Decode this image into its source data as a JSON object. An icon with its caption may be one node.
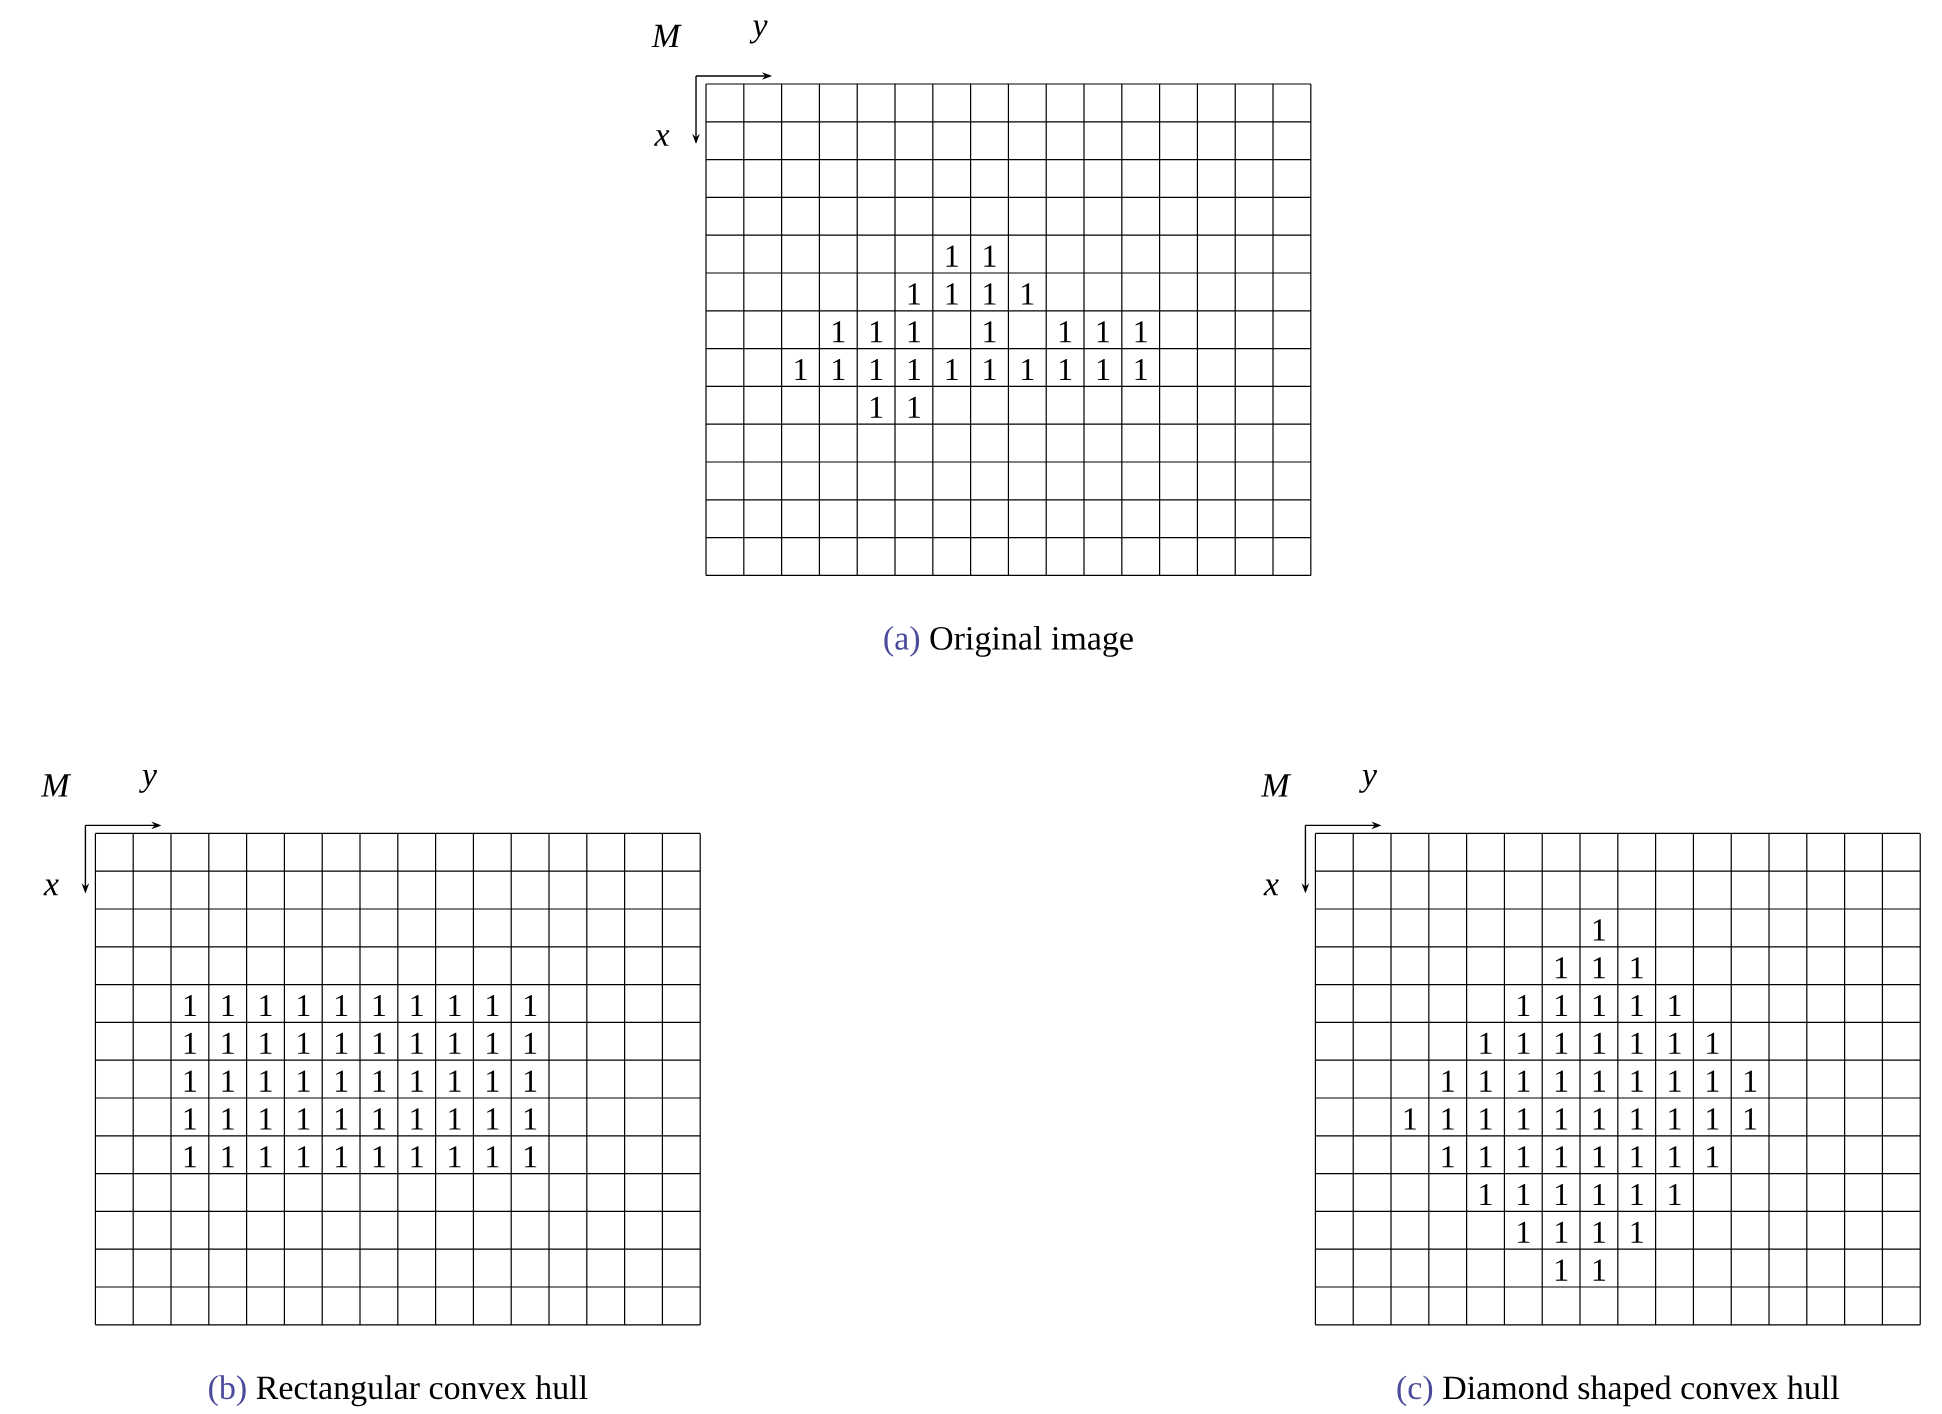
{
  "diagram": {
    "labels": [
      "M",
      "y",
      "x",
      "1",
      "1",
      "1",
      "1",
      "1",
      "1",
      "1",
      "1",
      "1",
      "1",
      "1",
      "1",
      "1",
      "1",
      "1",
      "1",
      "1",
      "1",
      "1",
      "1",
      "1",
      "1",
      "1",
      "1",
      "1",
      "(a)",
      "Original image",
      "M",
      "y",
      "x",
      "1",
      "1",
      "1",
      "1",
      "1",
      "1",
      "1",
      "1",
      "1",
      "1",
      "1",
      "1",
      "1",
      "1",
      "1",
      "1",
      "1",
      "1",
      "1",
      "1",
      "1",
      "1",
      "1",
      "1",
      "1",
      "1",
      "1",
      "1",
      "1",
      "1",
      "1",
      "1",
      "1",
      "1",
      "1",
      "1",
      "1",
      "1",
      "1",
      "1",
      "1",
      "1",
      "1",
      "1",
      "1",
      "1",
      "1",
      "1",
      "1",
      "1",
      "(b)",
      "Rectangular convex hull",
      "M",
      "y",
      "x",
      "1",
      "1",
      "1",
      "1",
      "1",
      "1",
      "1",
      "1",
      "1",
      "1",
      "1",
      "1",
      "1",
      "1",
      "1",
      "1",
      "1",
      "1",
      "1",
      "1",
      "1",
      "1",
      "1",
      "1",
      "1",
      "1",
      "1",
      "1",
      "1",
      "1",
      "1",
      "1",
      "1",
      "1",
      "1",
      "1",
      "1",
      "1",
      "1",
      "1",
      "1",
      "1",
      "1",
      "1",
      "1",
      "1",
      "1",
      "1",
      "1",
      "1",
      "1",
      "1",
      "1",
      "1",
      "1",
      "(c)",
      "Diamond shaped convex hull"
    ]
  }
}
